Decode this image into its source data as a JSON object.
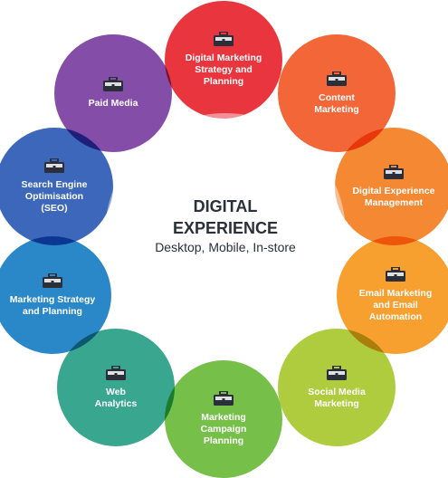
{
  "center": {
    "title_line1": "DIGITAL",
    "title_line2": "EXPERIENCE",
    "subtitle": "Desktop, Mobile, In-store"
  },
  "segments": [
    {
      "label": "Digital Marketing Strategy and Planning",
      "lines": [
        "Digital Marketing",
        "Strategy and",
        "Planning"
      ],
      "color": "#e8262f"
    },
    {
      "label": "Content Marketing",
      "lines": [
        "Content",
        "Marketing"
      ],
      "color": "#f25a27"
    },
    {
      "label": "Digital Experience Management",
      "lines": [
        "Digital Experience",
        "Management"
      ],
      "color": "#f47f23"
    },
    {
      "label": "Email Marketing and Email Automation",
      "lines": [
        "Email Marketing",
        "and Email",
        "Automation"
      ],
      "color": "#f7981f"
    },
    {
      "label": "Social Media Marketing",
      "lines": [
        "Social Media",
        "Marketing"
      ],
      "color": "#a9c82f"
    },
    {
      "label": "Marketing Campaign Planning",
      "lines": [
        "Marketing",
        "Campaign",
        "Planning"
      ],
      "color": "#6cbb3c"
    },
    {
      "label": "Web Analytics",
      "lines": [
        "Web",
        "Analytics"
      ],
      "color": "#2a9f86"
    },
    {
      "label": "Marketing Strategy and Planning",
      "lines": [
        "Marketing Strategy",
        "and Planning"
      ],
      "color": "#1b7fc4"
    },
    {
      "label": "Search Engine Optimisation (SEO)",
      "lines": [
        "Search Engine",
        "Optimisation",
        "(SEO)"
      ],
      "color": "#2d5bb5"
    },
    {
      "label": "Paid Media",
      "lines": [
        "Paid Media"
      ],
      "color": "#7b3fa0"
    }
  ],
  "icon": "briefcase-icon"
}
